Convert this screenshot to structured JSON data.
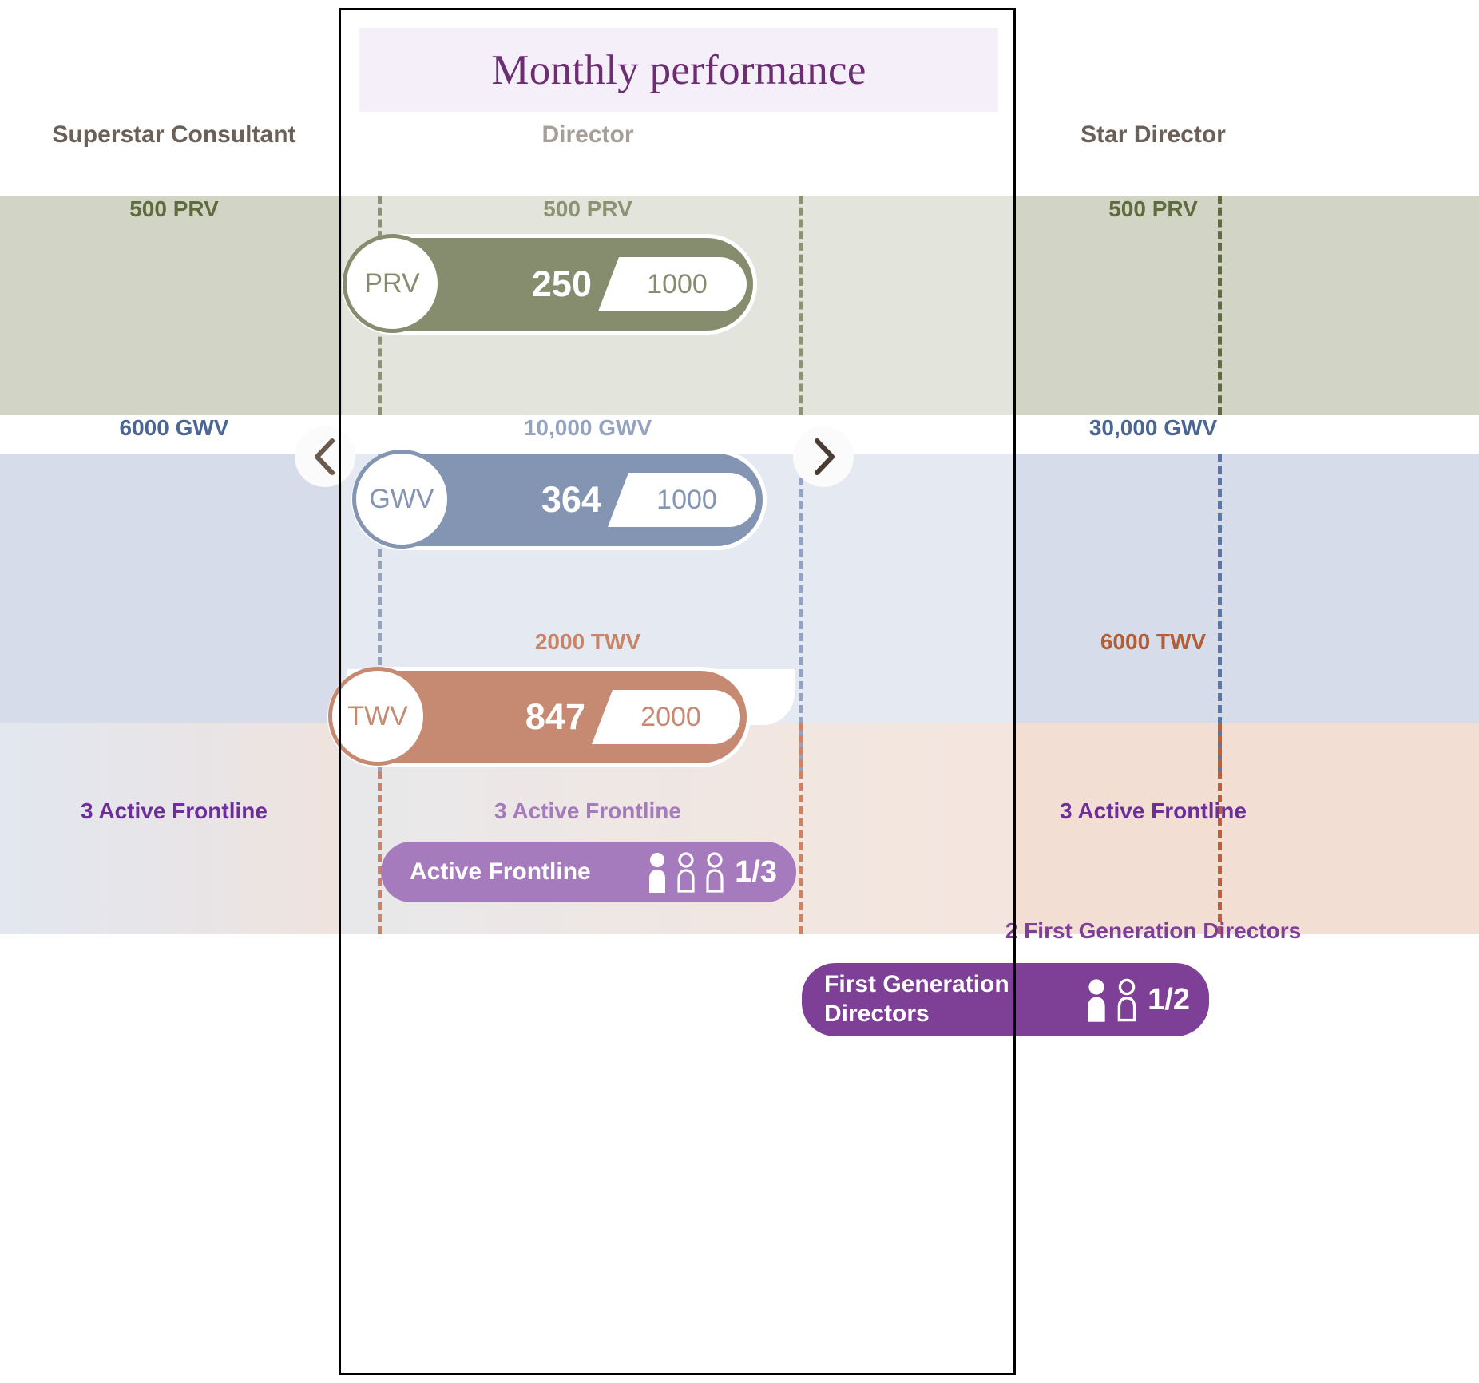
{
  "header": {
    "title": "Monthly performance",
    "title_bg": "#f5effa",
    "title_color": "#6d2d72"
  },
  "columns": [
    {
      "id": "superstar-consultant",
      "label": "Superstar Consultant",
      "active": false
    },
    {
      "id": "director",
      "label": "Director",
      "active": true
    },
    {
      "id": "star-director",
      "label": "Star Director",
      "active": false
    }
  ],
  "nav": {
    "prev_icon": "chevron-left-icon",
    "next_icon": "chevron-right-icon",
    "prev_label": "Previous rank",
    "next_label": "Next rank"
  },
  "rows": {
    "prv": {
      "metric": "PRV",
      "color": "#868d6f",
      "band_left": "#d2d4c6",
      "band_mid": "#e3e5dc",
      "targets": {
        "left": "500 PRV",
        "mid": "500 PRV",
        "right": "500 PRV"
      },
      "bar": {
        "badge": "PRV",
        "current": "250",
        "target": "1000"
      }
    },
    "gwv": {
      "metric": "GWV",
      "color": "#8495b4",
      "band_left": "#d6dce9",
      "band_mid": "#e5e9f2",
      "targets": {
        "left": "6000 GWV",
        "mid": "10,000 GWV",
        "right": "30,000 GWV"
      },
      "bar": {
        "badge": "GWV",
        "current": "364",
        "target": "1000"
      }
    },
    "twv": {
      "metric": "TWV",
      "color": "#c68a73",
      "targets": {
        "left": "",
        "mid": "2000 TWV",
        "right": "6000 TWV"
      },
      "bar": {
        "badge": "TWV",
        "current": "847",
        "target": "2000"
      }
    }
  },
  "frontline": {
    "label_left": "3 Active Frontline",
    "label_mid": "3 Active Frontline",
    "label_right": "3 Active Frontline",
    "label_color_active": "#a57bbd",
    "label_color": "#6d2d9c",
    "pill": {
      "label": "Active Frontline",
      "count": "1/3",
      "filled": 1,
      "total": 3,
      "bg": "#a57bbd"
    }
  },
  "directors": {
    "label_right": "2 First Generation Directors",
    "label_color": "#7e3f96",
    "pill": {
      "label_line1": "First Generation",
      "label_line2": "Directors",
      "count": "1/2",
      "filled": 1,
      "total": 2,
      "bg": "#7e3f96"
    }
  }
}
